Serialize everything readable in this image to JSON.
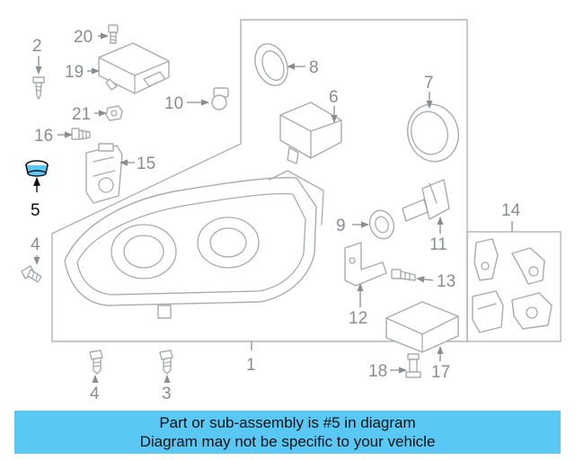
{
  "diagram": {
    "highlight_color": "#111111",
    "highlight_part_color": "#5ac8f5",
    "labels": [
      {
        "id": "1",
        "text": "1"
      },
      {
        "id": "2",
        "text": "2"
      },
      {
        "id": "3",
        "text": "3"
      },
      {
        "id": "4a",
        "text": "4"
      },
      {
        "id": "4b",
        "text": "4"
      },
      {
        "id": "5",
        "text": "5"
      },
      {
        "id": "6",
        "text": "6"
      },
      {
        "id": "7",
        "text": "7"
      },
      {
        "id": "8",
        "text": "8"
      },
      {
        "id": "9",
        "text": "9"
      },
      {
        "id": "10",
        "text": "10"
      },
      {
        "id": "11",
        "text": "11"
      },
      {
        "id": "12",
        "text": "12"
      },
      {
        "id": "13",
        "text": "13"
      },
      {
        "id": "14",
        "text": "14"
      },
      {
        "id": "15",
        "text": "15"
      },
      {
        "id": "16",
        "text": "16"
      },
      {
        "id": "17",
        "text": "17"
      },
      {
        "id": "18",
        "text": "18"
      },
      {
        "id": "19",
        "text": "19"
      },
      {
        "id": "20",
        "text": "20"
      },
      {
        "id": "21",
        "text": "21"
      }
    ]
  },
  "banner": {
    "line1": "Part or sub-assembly is #5 in diagram",
    "line2": "Diagram may not be specific to your vehicle",
    "color": "#5ac8f5"
  }
}
